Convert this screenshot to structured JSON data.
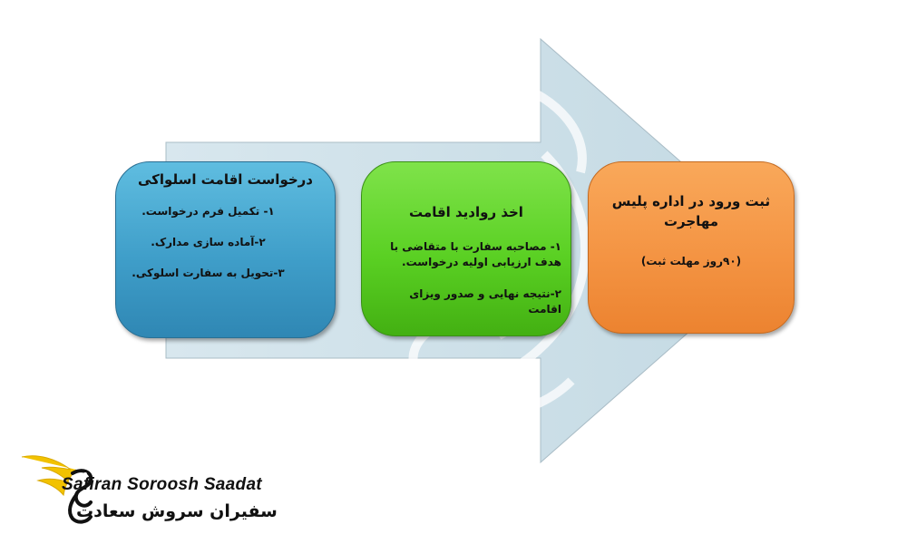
{
  "steps": [
    {
      "title": "درخواست اقامت اسلواکی",
      "items": [
        "۱- تکمیل فرم درخواست.",
        "۲-آماده سازی مدارک.",
        "۳-تحویل به سفارت اسلوکی."
      ],
      "color": "#3f9ec9"
    },
    {
      "title": "اخذ روادید اقامت",
      "items": [
        "۱- مصاحبه سفارت با متقاضی با هدف ارزیابی اولیه درخواست.",
        "۲-نتیجه نهایی و صدور ویزای اقامت"
      ],
      "color": "#5ad023"
    },
    {
      "title": "ثبت ورود در اداره پلیس مهاجرت",
      "note": "(۹۰روز مهلت ثبت)",
      "color": "#f49443"
    }
  ],
  "arrow_color": "#c9dde5",
  "logo": {
    "english": "Safiran Soroosh Saadat",
    "persian": "سفیران سروش سعادت",
    "accent": "#f2c200",
    "icon": "winged-bird-logo-icon"
  }
}
